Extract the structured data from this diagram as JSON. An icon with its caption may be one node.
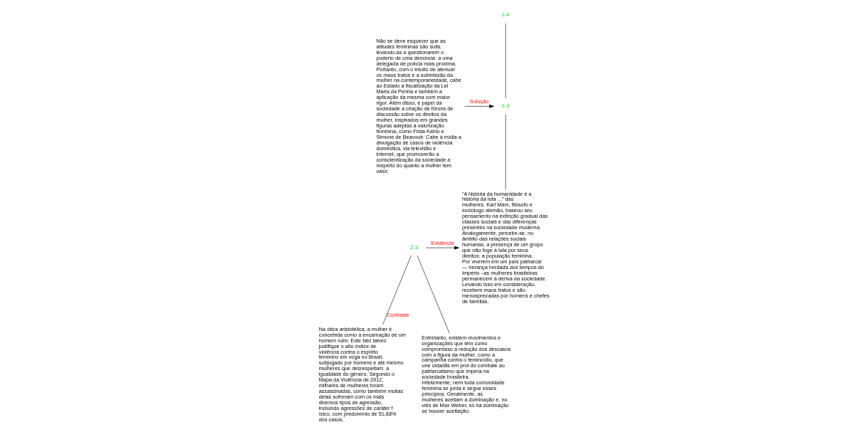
{
  "diagram": {
    "nodes": [
      {
        "text": [
          "1-4"
        ]
      },
      {
        "text": [
          "1-3"
        ]
      },
      {
        "text": [
          "“A história da humanidade é a história da luta ...” das mulheres. Karl Marx, filósofo e sociólogo alemão, baseou seu pensamento na extinção gradual das classes sociais e das diferenças presentes na sociedade moderna. Analogamente, percebe-se, no âmbito das relações sociais humanas, a presença de um grupo que não foge à luta por seus direitos: a população feminina. Por viverem em um país patriarcal — herança herdada dos tempos do Império –as mulheres brasileiras permanecem à deriva da sociedade. Levando isso em consideração, recebem maus tratos e são menosprezadas por homens e chefes de famílias."
        ]
      },
      {
        "text": [
          "2-3"
        ]
      },
      {
        "text": [
          "Na ótica aristotélica, a mulher é concebida como a encarnação de um homem ruim. Este fato talvez justifique o alto índice de violência contra o espírito feminino em voga no Brasil, subjugado por homens e até mesmo mulheres que desrespeitam  a igualdade do gênero. Segundo o Mapa da Violência de 2012, milhares de mulheres foram assassinadas, como também muitas delas sofreram com os mais diversos tipos de agressão, incluindo agressões de caráter f ísico, com predomínio de 51,68% dos casos."
        ]
      },
      {
        "text": [
          "Entretanto, existem movimentos e organizações que têm como compromisso a redução dos descasos com a figura da mulher, como a campanha contra o femincídio, que une cidadãs em prol do combate ao patriarcalismo que impera na sociedade brasileira. Infelizmente, nem toda comunidade feminina se junta e segue esses princípios. Geralmente, as mulheres aceitam a dominação e, no viés de Max Weber, só há dominação se houver aceitação."
        ]
      },
      {
        "text": [
          "Não se deve esquecer que as atitudes femininas são sutis, levando-as a questionarem o poderio de uma denúncia  a uma delegacia de polícia mais próxima. Portanto, com o intuito de atenuar os maus tratos e a submissão da mulher na contemporaneidade, cabe ao Estado a fiscalização da Lei Maria da Penha e também a aplicação da mesma com maior rigor. Além disso, é papel da sociedade a criação de fóruns de discussão sobre os direitos da mulher, inspirados em grandes figuras adeptas à valorização feminina, como Frida Kahlo e Simone de Beavouir. Cabe à mídia a divulgação de casos de violência doméstica, via televisão e internet, que promoverão a conscientização da sociedade a respeito do quanto a mulher tem valor."
        ]
      }
    ],
    "edges": [
      {
        "from": 0,
        "to": 1,
        "arrow": "none"
      },
      {
        "from": 6,
        "to": 1,
        "arrow": "to",
        "label": "Solução"
      },
      {
        "from": 1,
        "to": 2,
        "arrow": "none"
      },
      {
        "from": 3,
        "to": 2,
        "arrow": "to",
        "label": "Evidência"
      },
      {
        "from": 3,
        "to": 4,
        "arrow": "none",
        "label": "Contraste"
      },
      {
        "from": 3,
        "to": 5,
        "arrow": "none"
      }
    ]
  }
}
